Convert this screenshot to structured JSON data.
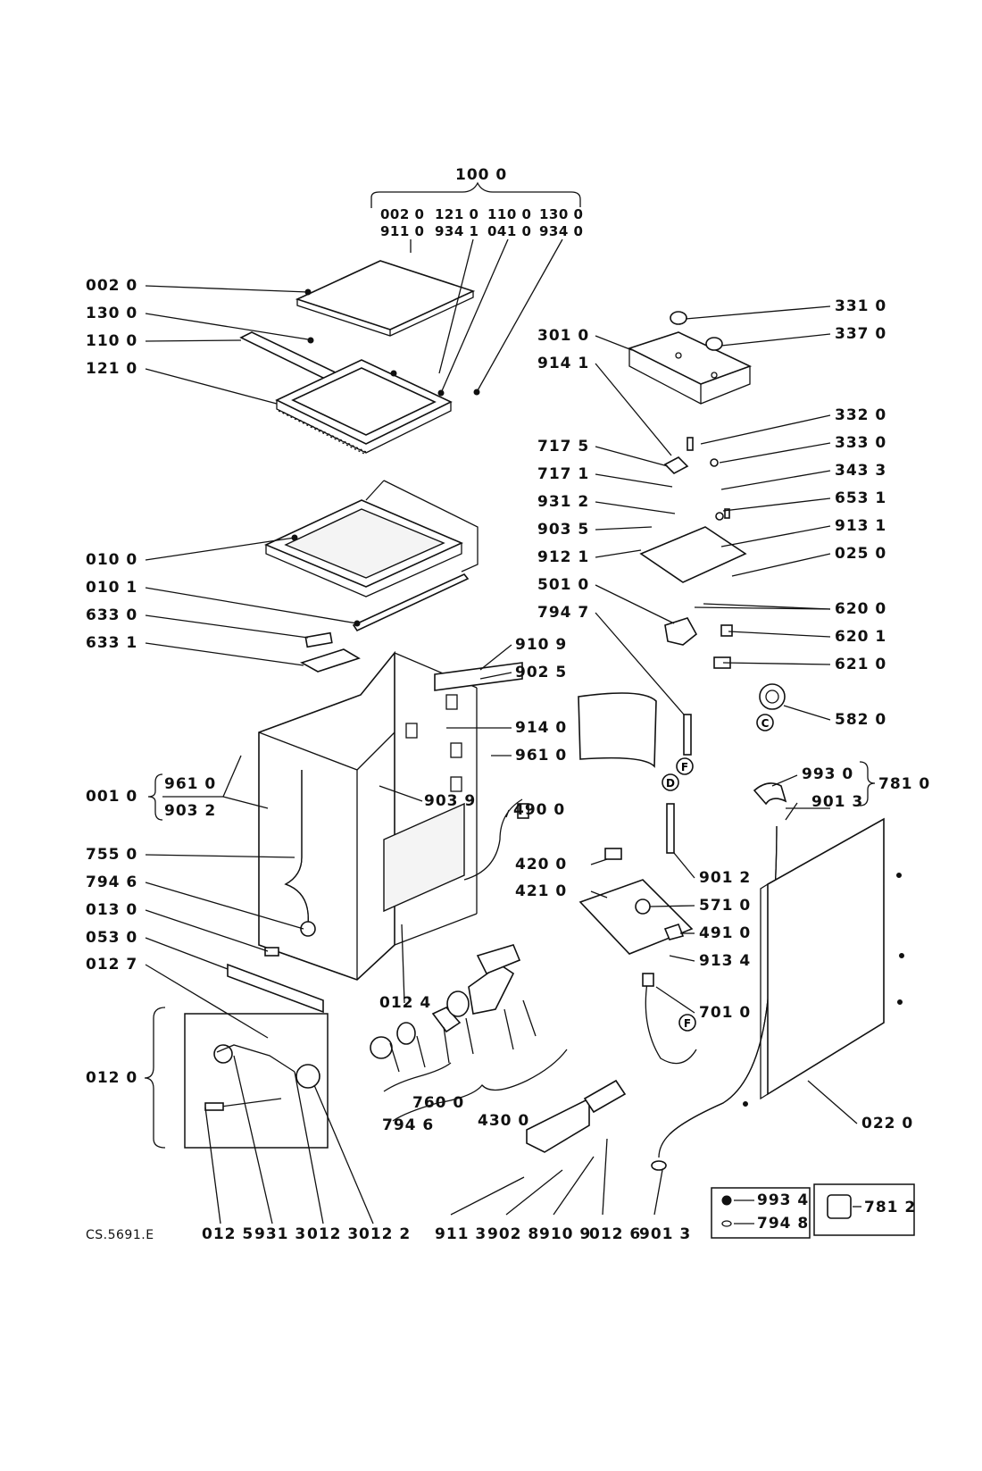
{
  "top_group": {
    "title": "100 0",
    "row1": [
      "002 0",
      "121 0",
      "110 0",
      "130 0"
    ],
    "row2": [
      "911 0",
      "934 1",
      "041 0",
      "934 0"
    ]
  },
  "labels_left": [
    "002 0",
    "130 0",
    "110 0",
    "121 0",
    "010 0",
    "010 1",
    "633 0",
    "633 1",
    "001 0",
    "755 0",
    "794 6",
    "013 0",
    "053 0",
    "012 7",
    "012 0"
  ],
  "group_001": [
    "961 0",
    "903 2"
  ],
  "labels_right": [
    "331 0",
    "337 0",
    "301 0",
    "914 1",
    "332 0",
    "333 0",
    "717 5",
    "343 3",
    "717 1",
    "653 1",
    "931 2",
    "913 1",
    "903 5",
    "025 0",
    "912 1",
    "501 0",
    "620 0",
    "794 7",
    "620 1",
    "621 0",
    "910 9",
    "902 5",
    "582 0",
    "914 0",
    "961 0",
    "903 9",
    "490 0",
    "781 0",
    "993 0",
    "901 3",
    "420 0",
    "901 2",
    "421 0",
    "571 0",
    "491 0",
    "913 4",
    "012 4",
    "701 0",
    "022 0"
  ],
  "bottom_labels": [
    "760 0",
    "794 6",
    "430 0",
    "012 5",
    "931 3",
    "012 3",
    "012 2",
    "911 3",
    "902 8",
    "910 9",
    "012 6",
    "901 3"
  ],
  "circle_marks": [
    "F",
    "D",
    "C",
    "F"
  ],
  "legend_box1": [
    "993 4",
    "794 8"
  ],
  "legend_box2": [
    "781 2"
  ],
  "doc_code": "CS.5691.E"
}
